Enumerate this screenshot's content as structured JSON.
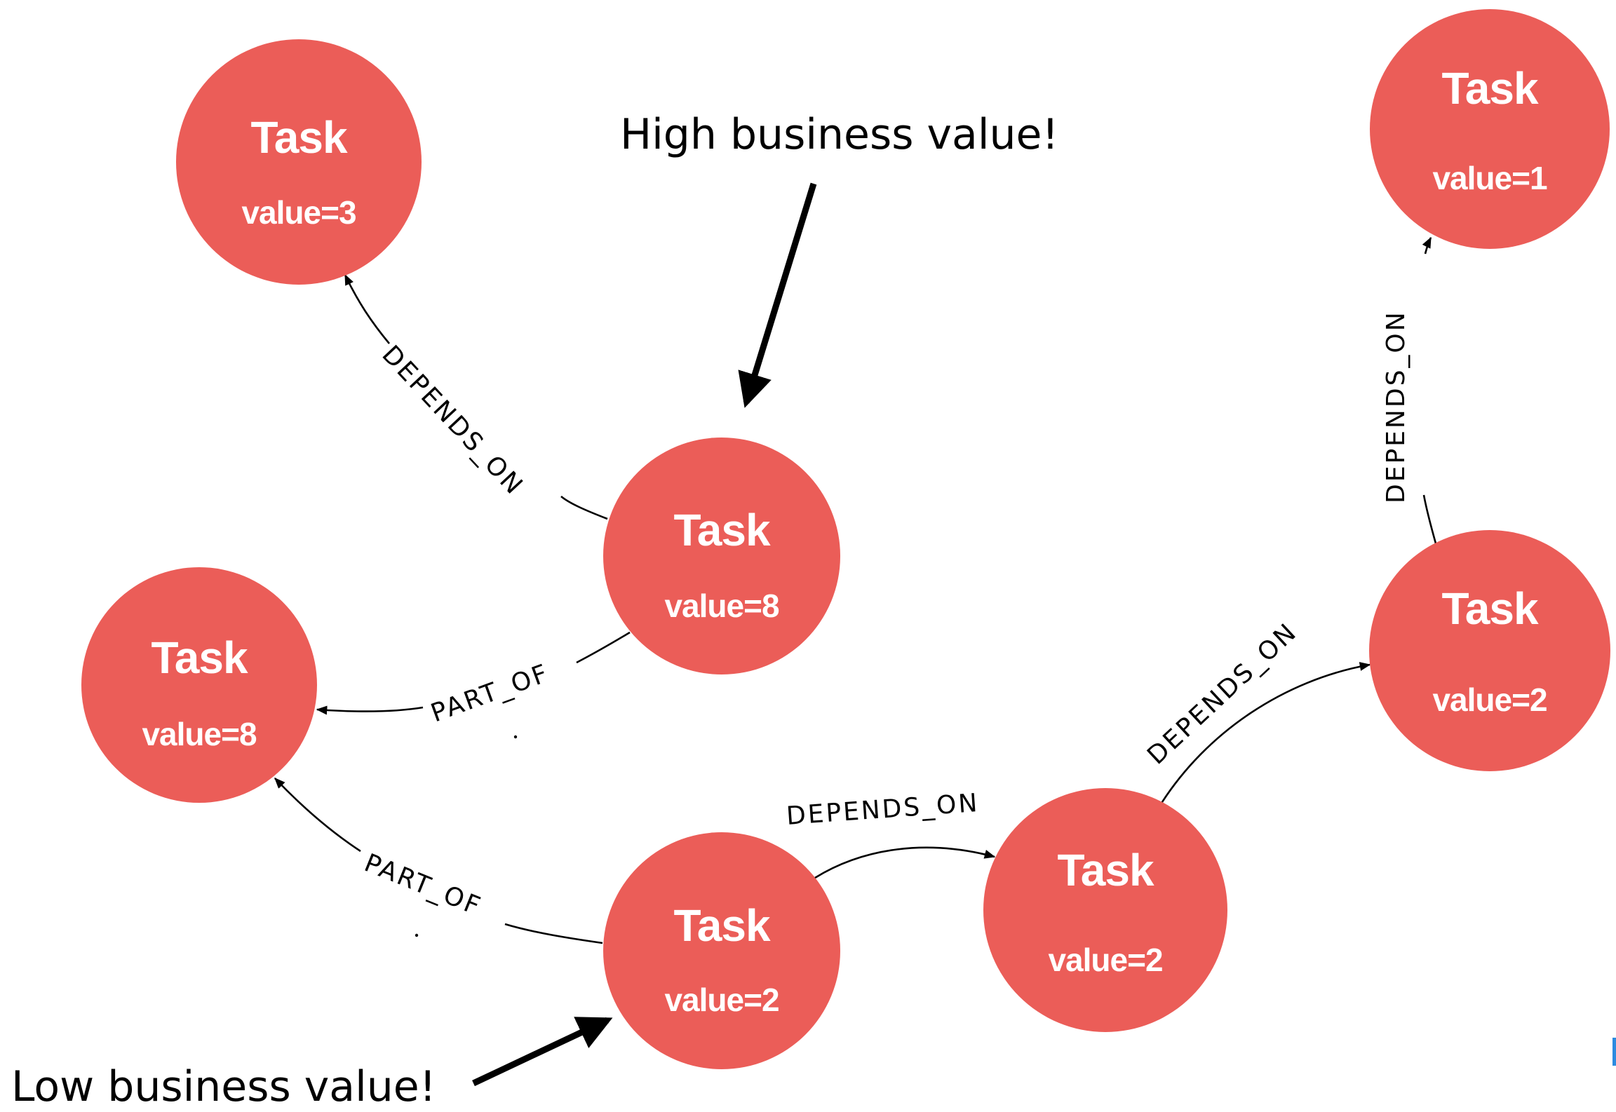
{
  "nodes": [
    {
      "id": "task-top-left",
      "title": "Task",
      "value": "value=3"
    },
    {
      "id": "task-center-high",
      "title": "Task",
      "value": "value=8"
    },
    {
      "id": "task-left",
      "title": "Task",
      "value": "value=8"
    },
    {
      "id": "task-bottom-low",
      "title": "Task",
      "value": "value=2"
    },
    {
      "id": "task-bottom-right",
      "title": "Task",
      "value": "value=2"
    },
    {
      "id": "task-right",
      "title": "Task",
      "value": "value=2"
    },
    {
      "id": "task-top-right",
      "title": "Task",
      "value": "value=1"
    }
  ],
  "edges": [
    {
      "from": "task-center-high",
      "to": "task-top-left",
      "label": "DEPENDS_ON"
    },
    {
      "from": "task-center-high",
      "to": "task-left",
      "label": "PART_OF"
    },
    {
      "from": "task-bottom-low",
      "to": "task-left",
      "label": "PART_OF"
    },
    {
      "from": "task-bottom-low",
      "to": "task-bottom-right",
      "label": "DEPENDS_ON"
    },
    {
      "from": "task-bottom-right",
      "to": "task-right",
      "label": "DEPENDS_ON"
    },
    {
      "from": "task-right",
      "to": "task-top-right",
      "label": "DEPENDS_ON"
    }
  ],
  "callouts": {
    "high": "High business value!",
    "low": "Low business value!"
  },
  "colors": {
    "node_fill": "#EB5D58",
    "node_text": "#FFFFFF",
    "edge": "#000000"
  }
}
